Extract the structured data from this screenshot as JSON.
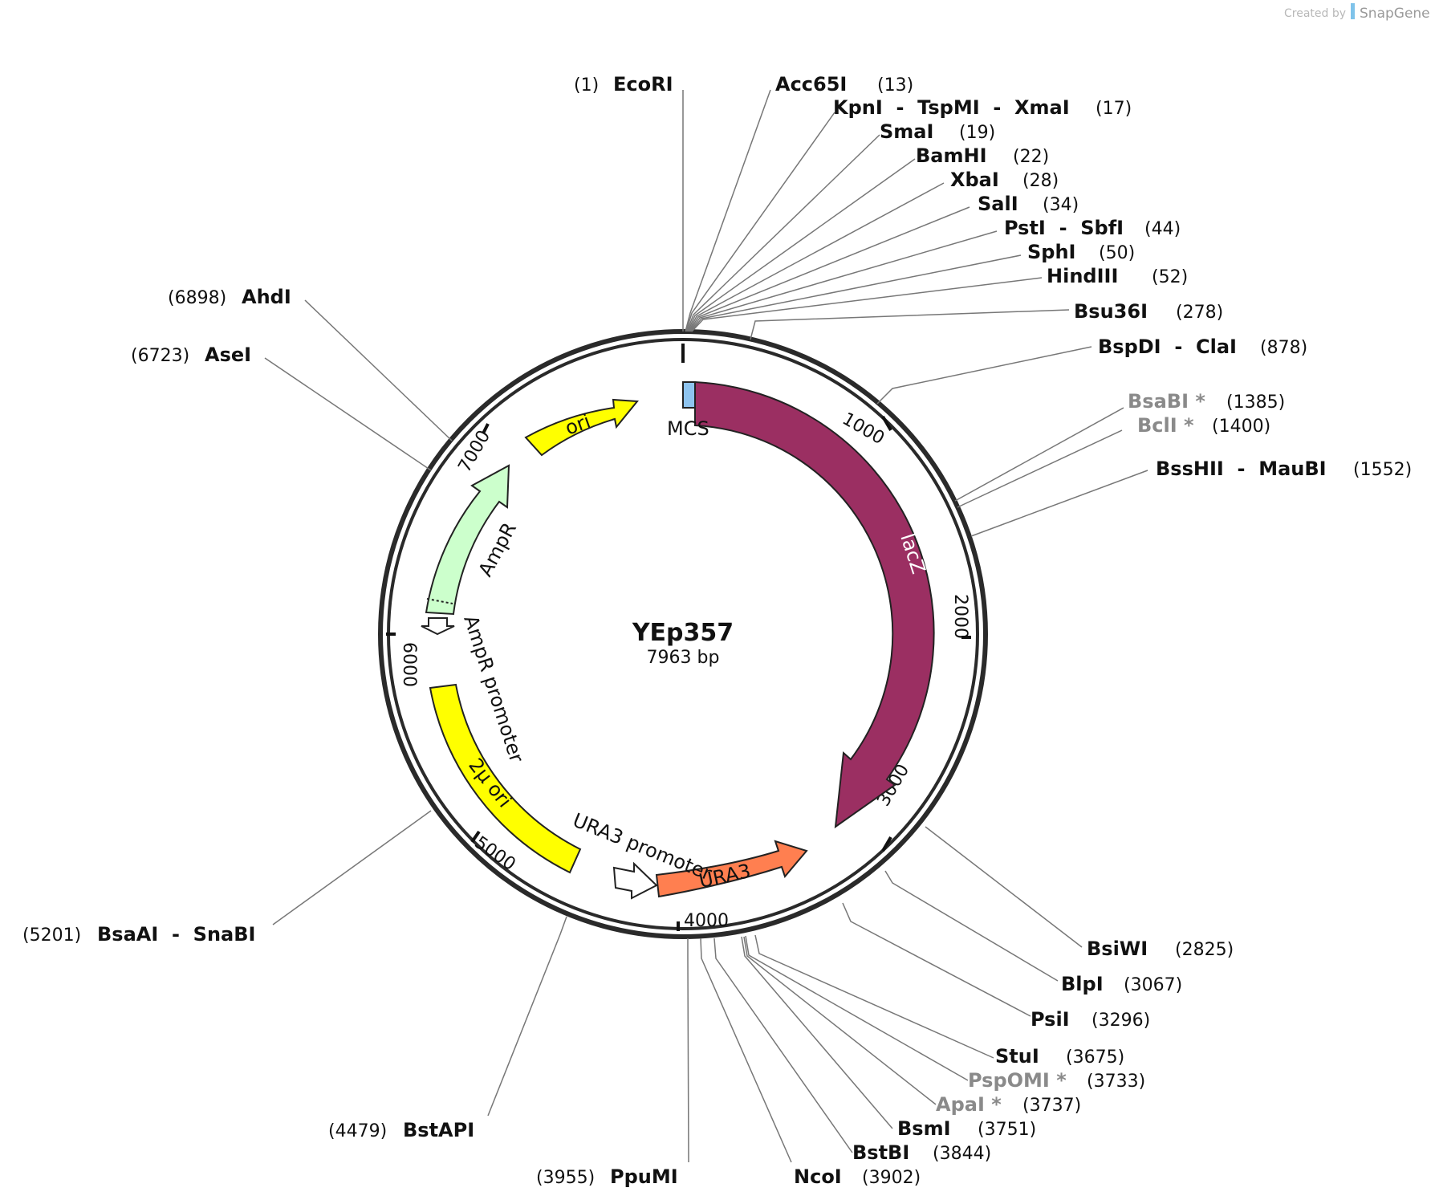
{
  "credit": {
    "prefix": "Created by",
    "brand": "SnapGene"
  },
  "plasmid": {
    "name": "YEp357",
    "length_text": "7963 bp"
  },
  "ticks": [
    "1000",
    "2000",
    "3000",
    "4000",
    "5000",
    "6000",
    "7000"
  ],
  "features": [
    {
      "id": "lacz",
      "label": "lacZ",
      "color": "#9b2f62",
      "direction": "cw"
    },
    {
      "id": "mcs",
      "label": "MCS",
      "color": "#8ec4ef"
    },
    {
      "id": "ura3",
      "label": "URA3",
      "color": "#ff7f50",
      "direction": "cw"
    },
    {
      "id": "ura3-promoter",
      "label": "URA3 promoter",
      "color": "#ffffff",
      "direction": "cw"
    },
    {
      "id": "two-micron-ori",
      "label": "2μ ori",
      "color": "#ffff00"
    },
    {
      "id": "ampr-promoter",
      "label": "AmpR promoter",
      "color": "#ffffff",
      "direction": "ccw"
    },
    {
      "id": "ampr",
      "label": "AmpR",
      "color": "#ccffcc",
      "direction": "cw"
    },
    {
      "id": "ori",
      "label": "ori",
      "color": "#ffff00",
      "direction": "cw"
    }
  ],
  "sites": [
    {
      "name": "EcoRI",
      "pos": "(1)",
      "gray": false
    },
    {
      "name": "Acc65I",
      "pos": "(13)",
      "gray": false
    },
    {
      "name": "KpnI  -  TspMI  -  XmaI",
      "pos": "(17)",
      "gray": false
    },
    {
      "name": "SmaI",
      "pos": "(19)",
      "gray": false
    },
    {
      "name": "BamHI",
      "pos": "(22)",
      "gray": false
    },
    {
      "name": "XbaI",
      "pos": "(28)",
      "gray": false
    },
    {
      "name": "SalI",
      "pos": "(34)",
      "gray": false
    },
    {
      "name": "PstI  -  SbfI",
      "pos": "(44)",
      "gray": false
    },
    {
      "name": "SphI",
      "pos": "(50)",
      "gray": false
    },
    {
      "name": "HindIII",
      "pos": "(52)",
      "gray": false
    },
    {
      "name": "Bsu36I",
      "pos": "(278)",
      "gray": false
    },
    {
      "name": "BspDI  -  ClaI",
      "pos": "(878)",
      "gray": false
    },
    {
      "name": "BsaBI *",
      "pos": "(1385)",
      "gray": true
    },
    {
      "name": "BclI *",
      "pos": "(1400)",
      "gray": true
    },
    {
      "name": "BssHII  -  MauBI",
      "pos": "(1552)",
      "gray": false
    },
    {
      "name": "BsiWI",
      "pos": "(2825)",
      "gray": false
    },
    {
      "name": "BlpI",
      "pos": "(3067)",
      "gray": false
    },
    {
      "name": "PsiI",
      "pos": "(3296)",
      "gray": false
    },
    {
      "name": "StuI",
      "pos": "(3675)",
      "gray": false
    },
    {
      "name": "PspOMI *",
      "pos": "(3733)",
      "gray": true
    },
    {
      "name": "ApaI *",
      "pos": "(3737)",
      "gray": true
    },
    {
      "name": "BsmI",
      "pos": "(3751)",
      "gray": false
    },
    {
      "name": "BstBI",
      "pos": "(3844)",
      "gray": false
    },
    {
      "name": "NcoI",
      "pos": "(3902)",
      "gray": false
    },
    {
      "name": "PpuMI",
      "pos": "(3955)",
      "gray": false
    },
    {
      "name": "BstAPI",
      "pos": "(4479)",
      "gray": false
    },
    {
      "name": "BsaAI  -  SnaBI",
      "pos": "(5201)",
      "gray": false
    },
    {
      "name": "AseI",
      "pos": "(6723)",
      "gray": false
    },
    {
      "name": "AhdI",
      "pos": "(6898)",
      "gray": false
    }
  ]
}
